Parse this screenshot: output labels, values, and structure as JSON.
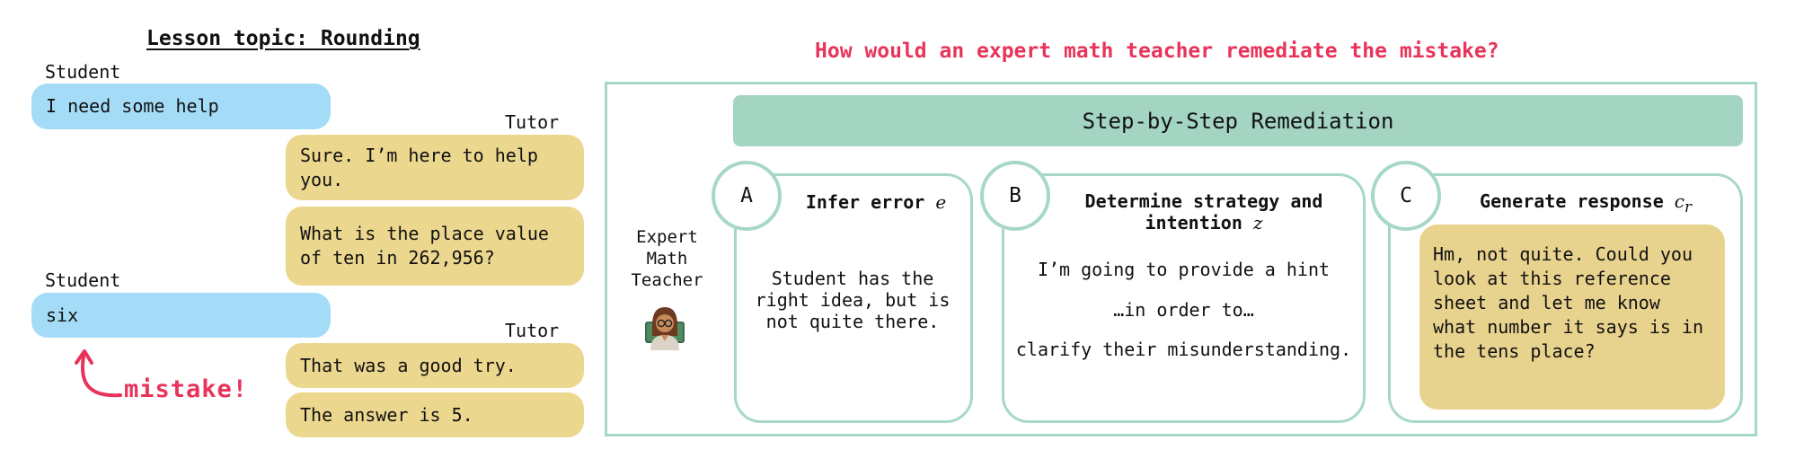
{
  "lesson": {
    "title": "Lesson topic: Rounding"
  },
  "conversation": {
    "student_label_1": "Student",
    "student_message_1": "I need some help",
    "tutor_label_1": "Tutor",
    "tutor_message_1": "Sure. I’m here to help you.",
    "tutor_message_2": "What is the place value of ten in 262,956?",
    "student_label_2": "Student",
    "student_message_2": "six",
    "tutor_label_2": "Tutor",
    "tutor_message_3": "That was a good try.",
    "tutor_message_4": "The answer is 5.",
    "mistake_label": "mistake!"
  },
  "remediation": {
    "question": "How would an expert math teacher remediate the mistake?",
    "banner": "Step-by-Step Remediation",
    "expert_label": "Expert Math Teacher",
    "teacher_icon": "teacher-emoji",
    "steps": [
      {
        "badge": "A",
        "title": "Infer error",
        "variable": "e",
        "text": "Student has the right idea, but is not quite there."
      },
      {
        "badge": "B",
        "title": "Determine strategy and intention",
        "variable": "z",
        "text_1": "I’m going to provide a hint",
        "text_2": "…in order to…",
        "text_3": "clarify their misunderstanding."
      },
      {
        "badge": "C",
        "title": "Generate response",
        "variable": "c",
        "variable_subscript": "r",
        "text": "Hm, not quite. Could you look at this reference sheet and let me know what number it says is in the tens place?"
      }
    ]
  },
  "colors": {
    "student_bubble": "#a4dcf8",
    "tutor_bubble": "#ecd78f",
    "accent_red": "#e8345a",
    "teal_border": "#a7d8c7",
    "banner_fill": "#a4d5c2",
    "response_fill": "#e8d38e"
  }
}
